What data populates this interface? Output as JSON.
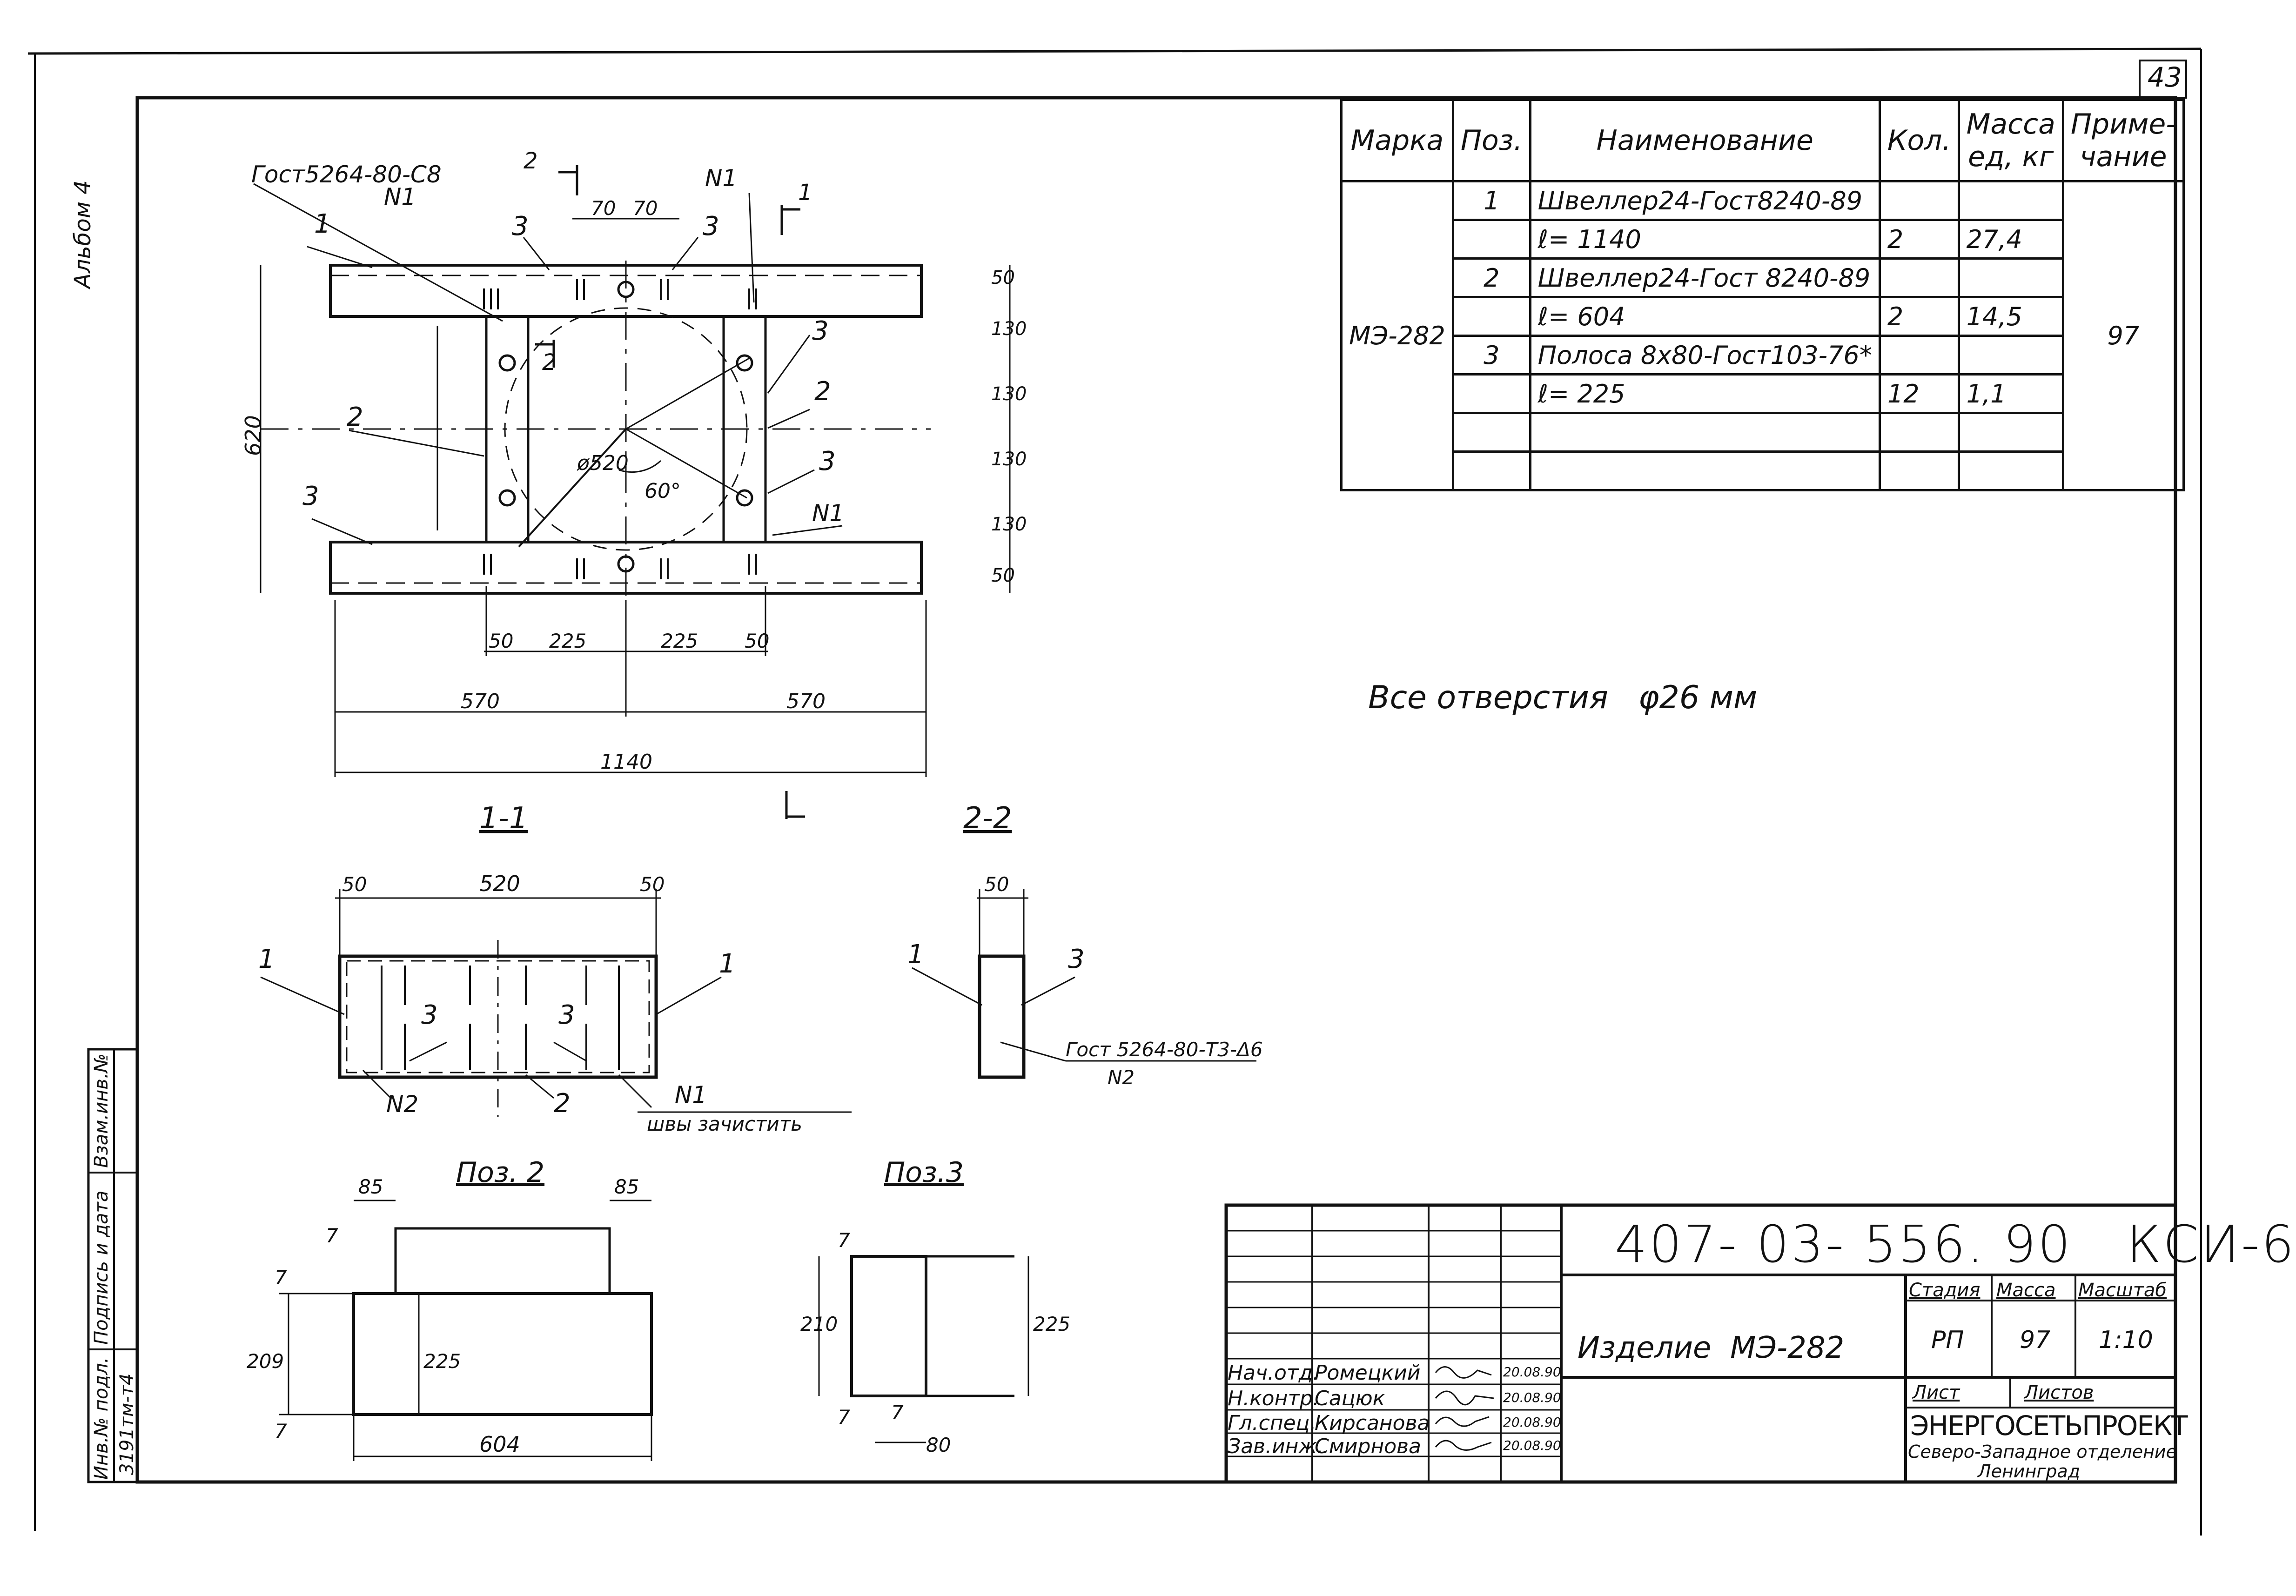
{
  "sheet_number": "43",
  "album_note": "Альбом 4",
  "side_stamp": {
    "labels": [
      "Инв.№ подл.",
      "Подпись и дата",
      "Взам.инв.№"
    ],
    "inv_no": "3191тм-т4"
  },
  "plan": {
    "labels": {
      "gost_weld": "Гост5264-80-С8",
      "n1": "N1",
      "cut2": "2",
      "cut1": "1",
      "pos1": "1",
      "pos2": "2",
      "pos3": "3",
      "diam": "ø520",
      "angle": "60°"
    },
    "dims": {
      "d70a": "70",
      "d70b": "70",
      "h620": "620",
      "v50a": "50",
      "v130a": "130",
      "v130b": "130",
      "v130c": "130",
      "v130d": "130",
      "v50b": "50",
      "d50a": "50",
      "d225a": "225",
      "d225b": "225",
      "d50b": "50",
      "d570a": "570",
      "d570b": "570",
      "d1140": "1140"
    }
  },
  "sections": {
    "s11_title": "1-1",
    "s22_title": "2-2",
    "s11": {
      "d50a": "50",
      "d520": "520",
      "d50b": "50",
      "p1a": "1",
      "p1b": "1",
      "p3a": "3",
      "p3b": "3",
      "p2": "2",
      "n2": "N2",
      "n1": "N1",
      "note": "швы зачистить"
    },
    "s22": {
      "d50": "50",
      "p1": "1",
      "p3": "3",
      "gost": "Гост 5264-80-Т3-Δ6",
      "n2": "N2"
    }
  },
  "pos2": {
    "title": "Поз. 2",
    "dims": {
      "d85a": "85",
      "d85b": "85",
      "d7a": "7",
      "d7b": "7",
      "d7c": "7",
      "d209": "209",
      "d225": "225",
      "d604": "604"
    }
  },
  "pos3": {
    "title": "Поз.3",
    "dims": {
      "d7a": "7",
      "d7b": "7",
      "d7c": "7",
      "d210": "210",
      "d225": "225",
      "d80": "80"
    }
  },
  "note_holes": "Все отверстия   φ26 мм",
  "spec_table": {
    "headers": [
      "Марка",
      "Поз.",
      "Наименование",
      "Кол.",
      "Масса ед, кг",
      "Приме-чание"
    ],
    "mark": "МЭ-282",
    "note": "97",
    "rows": [
      {
        "pos": "1",
        "name": "Швеллер24-Гост8240-89",
        "qty": "",
        "mass": ""
      },
      {
        "pos": "",
        "name": "ℓ= 1140",
        "qty": "2",
        "mass": "27,4"
      },
      {
        "pos": "2",
        "name": "Швеллер24-Гост 8240-89",
        "qty": "",
        "mass": ""
      },
      {
        "pos": "",
        "name": "ℓ= 604",
        "qty": "2",
        "mass": "14,5"
      },
      {
        "pos": "3",
        "name": "Полоса 8х80-Гост103-76*",
        "qty": "",
        "mass": ""
      },
      {
        "pos": "",
        "name": "ℓ= 225",
        "qty": "12",
        "mass": "1,1"
      },
      {
        "pos": "",
        "name": "",
        "qty": "",
        "mass": ""
      },
      {
        "pos": "",
        "name": "",
        "qty": "",
        "mass": ""
      }
    ]
  },
  "title_block": {
    "doc_code": "407- 03- 556. 90   КСИ-6",
    "product": "Изделие  МЭ-282",
    "stage_label": "Стадия",
    "mass_label": "Масса",
    "scale_label": "Масштаб",
    "stage": "РП",
    "mass": "97",
    "scale": "1:10",
    "sheet_label": "Лист",
    "sheets_label": "Листов",
    "org": "ЭНЕРГОСЕТЬПРОЕКТ",
    "branch": "Северо-Западное отделение",
    "city": "Ленинград",
    "signers": [
      {
        "role": "Нач.отд.",
        "name": "Ромецкий",
        "date": "20.08.90"
      },
      {
        "role": "Н.контр.",
        "name": "Сацюк",
        "date": "20.08.90"
      },
      {
        "role": "Гл.спец.",
        "name": "Кирсанова",
        "date": "20.08.90"
      },
      {
        "role": "Зав.инж.",
        "name": "Смирнова",
        "date": "20.08.90"
      }
    ]
  },
  "colors": {
    "ink": "#111111",
    "paper": "#ffffff"
  }
}
